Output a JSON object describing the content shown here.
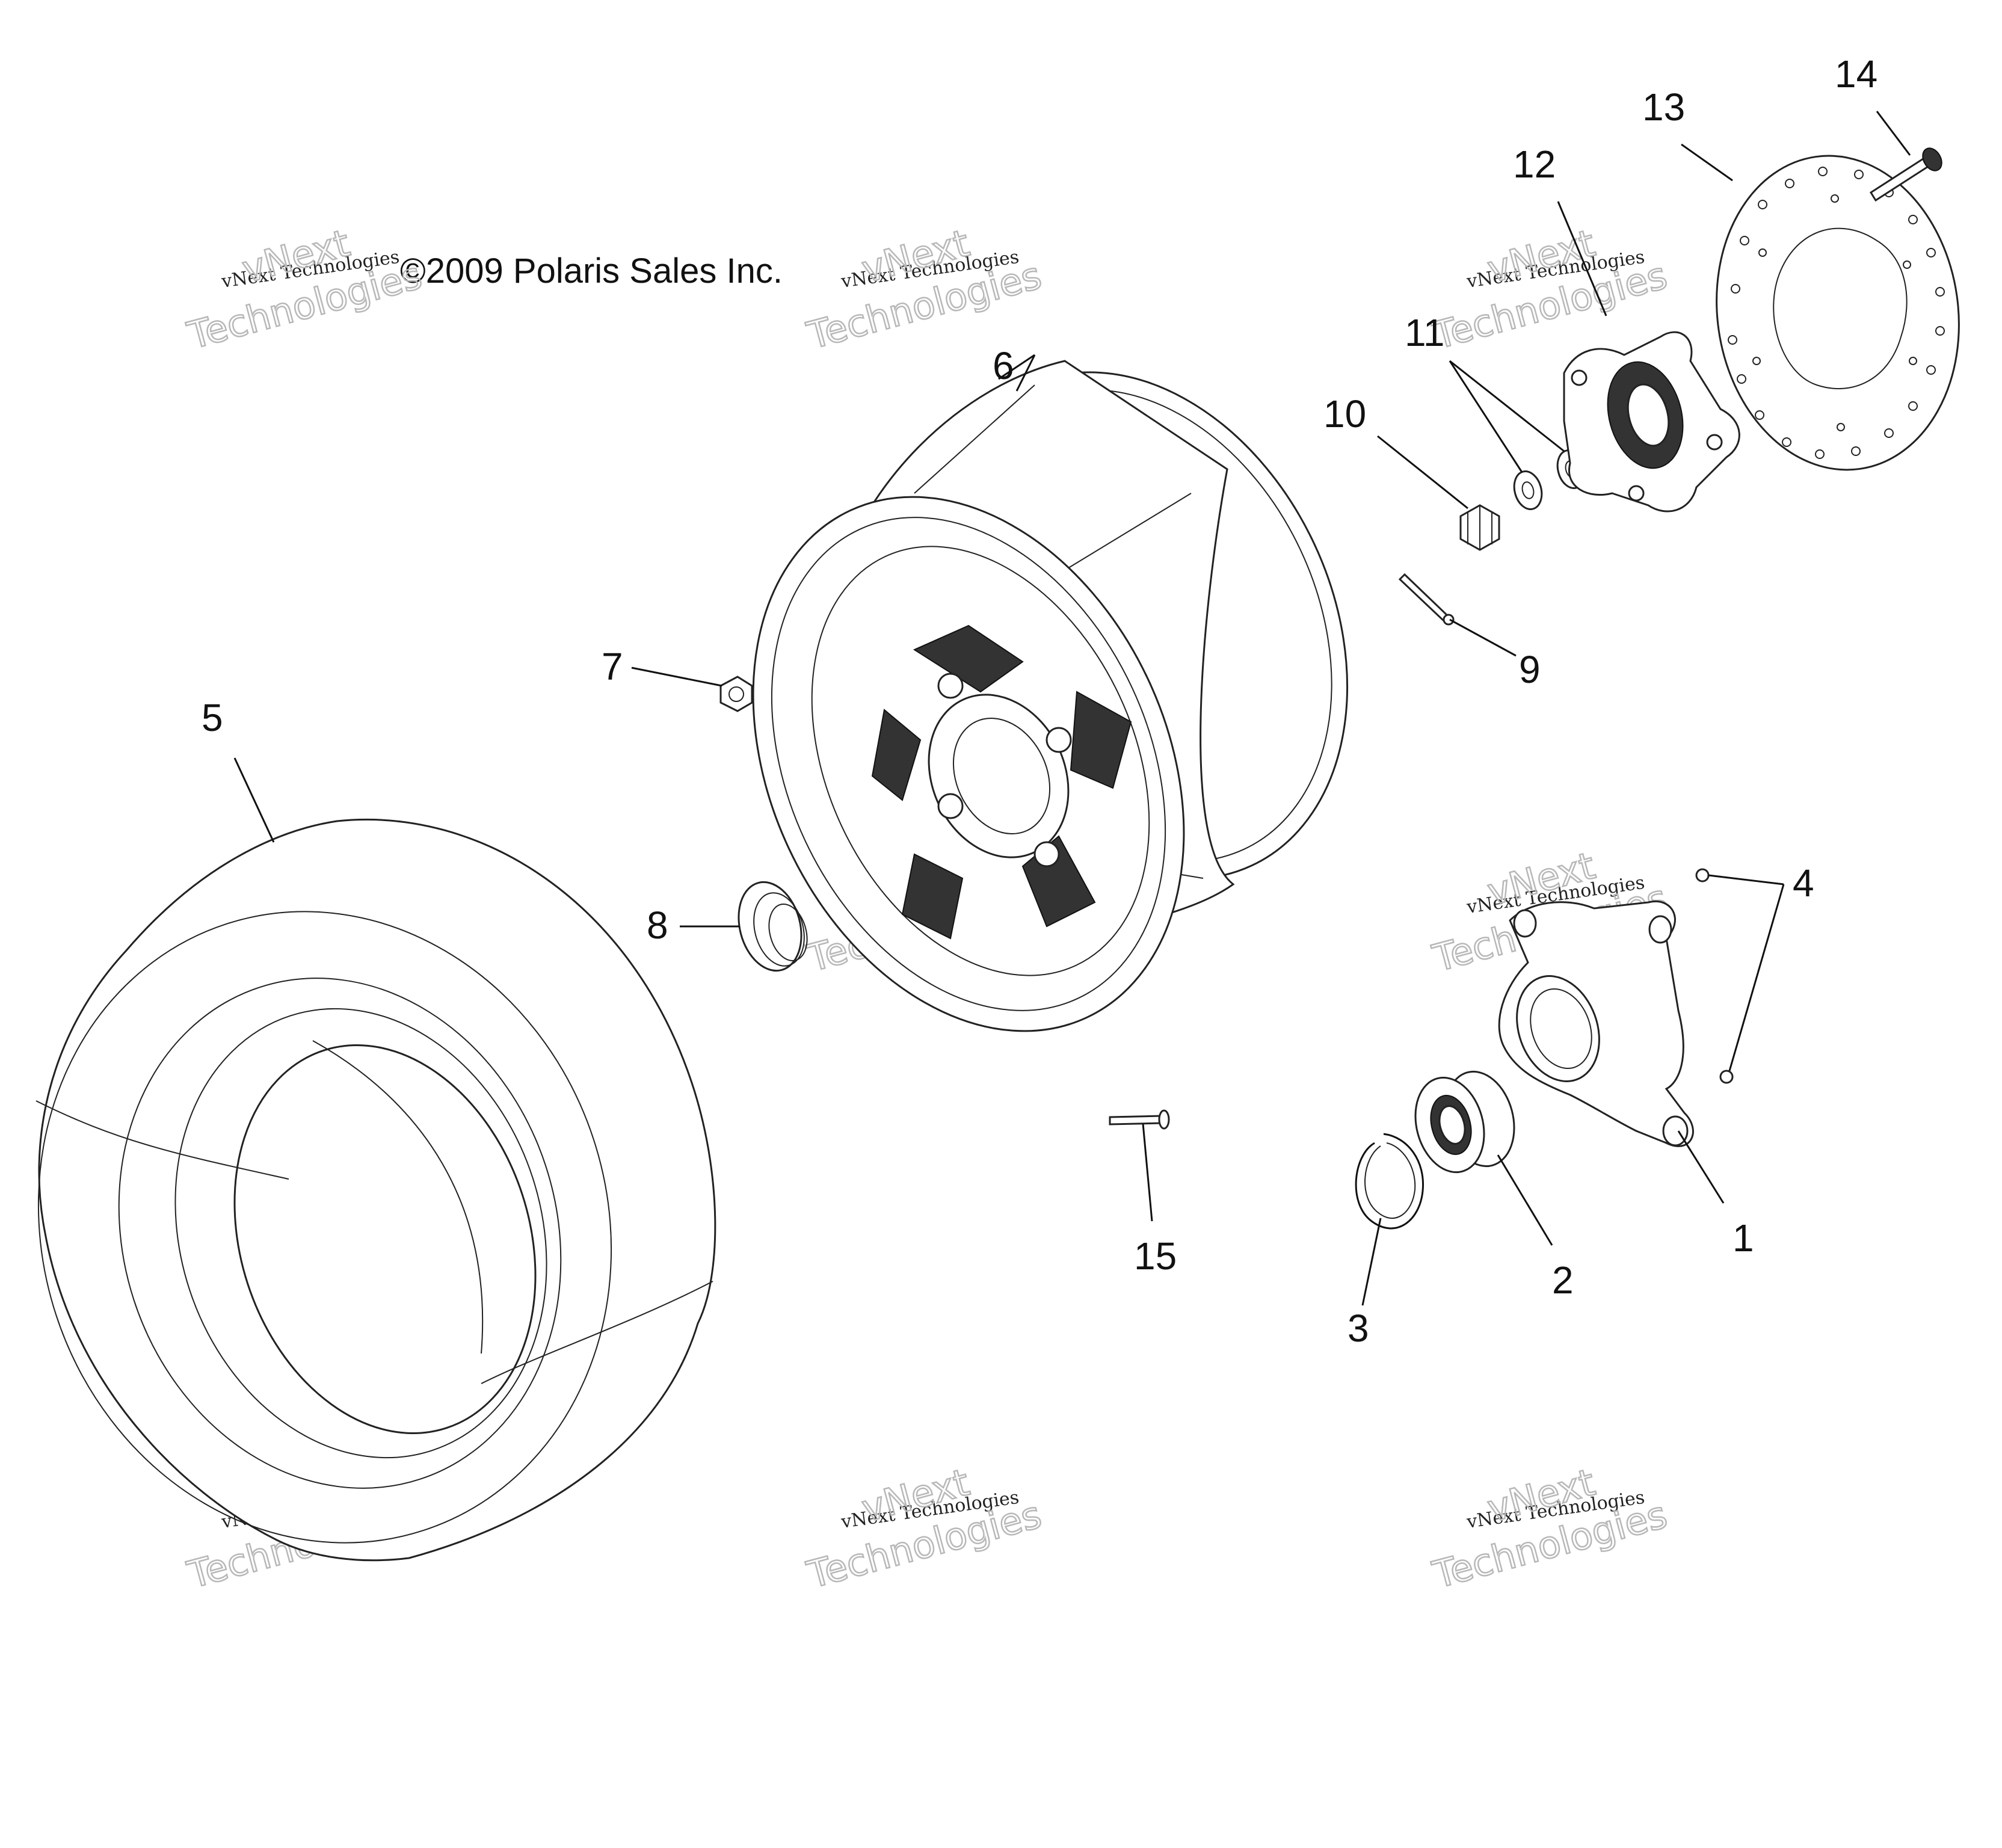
{
  "copyright": "©2009 Polaris Sales Inc.",
  "watermark": {
    "line1": "vNext Technologies",
    "line2": "vNext",
    "line3": "Technologies"
  },
  "callouts": {
    "p1": "1",
    "p2": "2",
    "p3": "3",
    "p4": "4",
    "p5": "5",
    "p6": "6",
    "p7": "7",
    "p8": "8",
    "p9": "9",
    "p10": "10",
    "p11": "11",
    "p12": "12",
    "p13": "13",
    "p14": "14",
    "p15": "15"
  }
}
